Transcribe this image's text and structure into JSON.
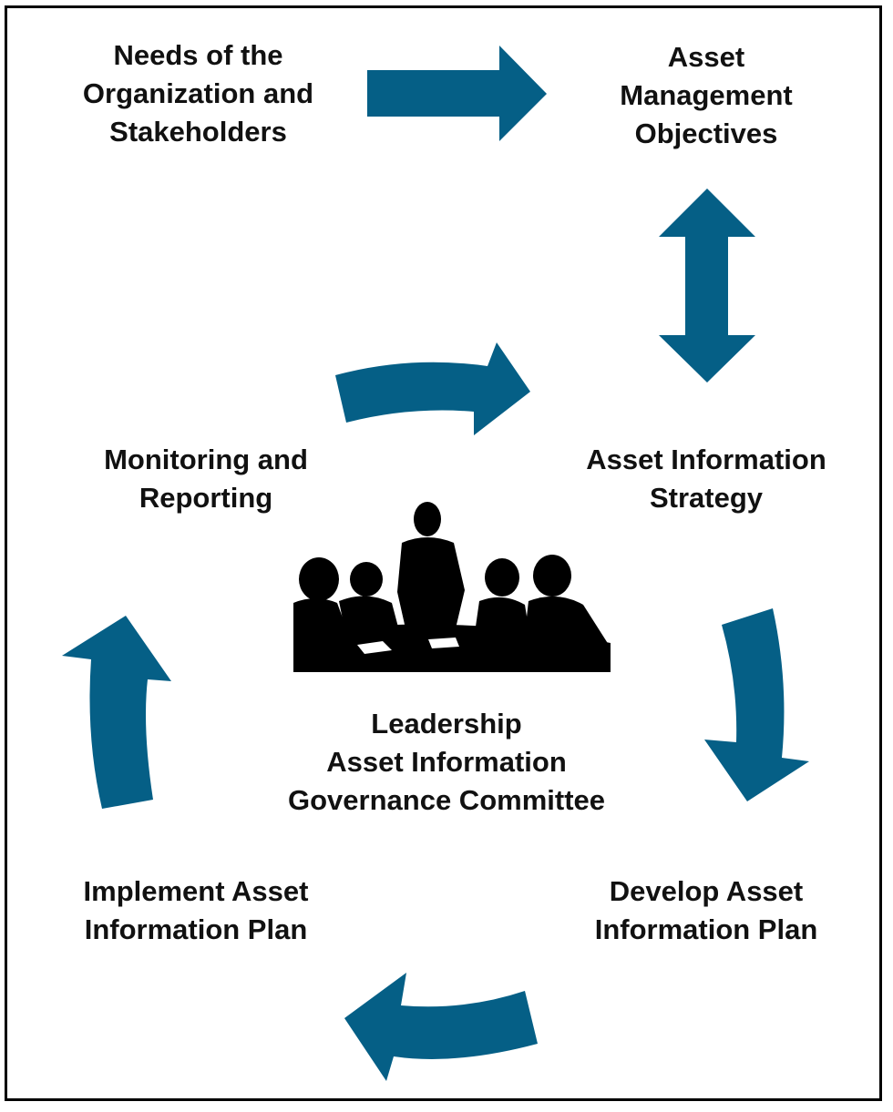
{
  "colors": {
    "arrow": "#055f86",
    "text": "#111111",
    "silhouette": "#000000"
  },
  "nodes": {
    "needs": [
      "Needs of the",
      "Organization and",
      "Stakeholders"
    ],
    "objectives": [
      "Asset",
      "Management",
      "Objectives"
    ],
    "strategy": [
      "Asset Information",
      "Strategy"
    ],
    "monitoring": [
      "Monitoring and",
      "Reporting"
    ],
    "develop": [
      "Develop Asset",
      "Information Plan"
    ],
    "implement": [
      "Implement Asset",
      "Information Plan"
    ]
  },
  "center": {
    "image": "meeting-silhouette",
    "lines": [
      "Leadership",
      "Asset Information",
      "Governance Committee"
    ]
  }
}
